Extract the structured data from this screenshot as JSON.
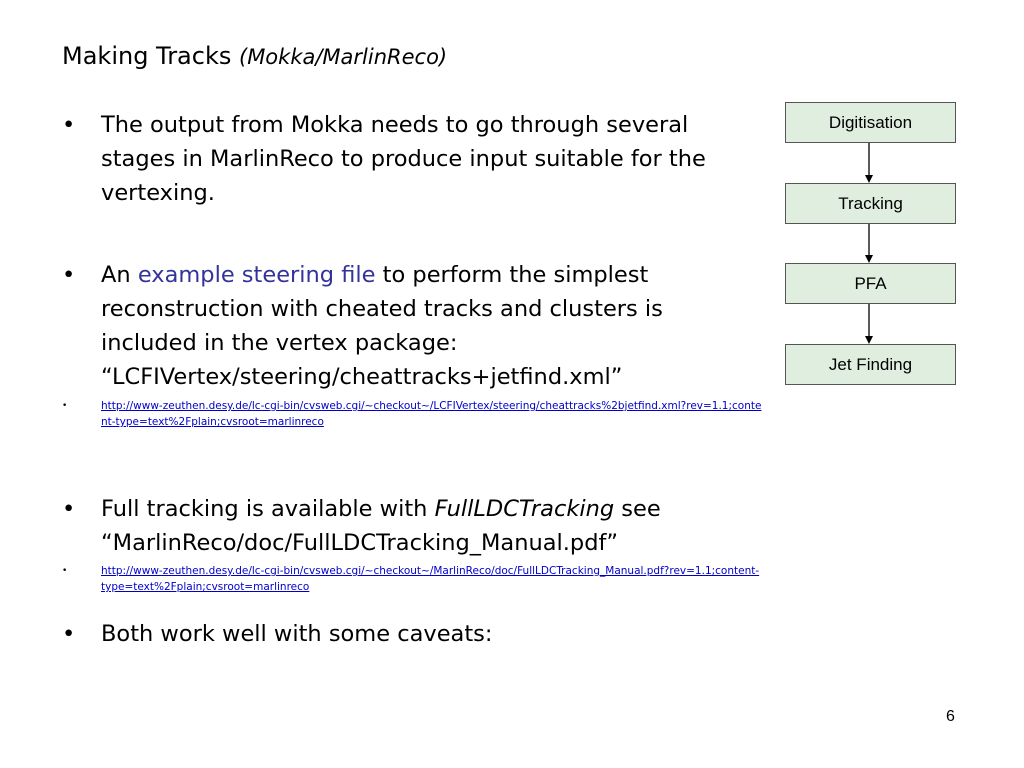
{
  "title": {
    "main": "Making Tracks ",
    "sub": "(Mokka/MarlinReco)"
  },
  "bullet_glyph": "•",
  "small_bullet_glyph": "•",
  "bullets": [
    {
      "text": "The output from Mokka needs to go through several stages in MarlinReco to produce input suitable for the vertexing."
    },
    {
      "prefix": "An ",
      "highlight": "example steering file",
      "suffix": " to perform the simplest reconstruction with cheated tracks and clusters is included in the vertex package: “LCFIVertex/steering/cheattracks+jetfind.xml”",
      "link": "http://www-zeuthen.desy.de/lc-cgi-bin/cvsweb.cgi/~checkout~/LCFIVertex/steering/cheattracks%2bjetfind.xml?rev=1.1;content-type=text%2Fplain;cvsroot=marlinreco"
    },
    {
      "prefix": "Full tracking is available with ",
      "emphasis": "FullLDCTracking",
      "suffix": " see “MarlinReco/doc/FullLDCTracking_Manual.pdf”",
      "link": "http://www-zeuthen.desy.de/lc-cgi-bin/cvsweb.cgi/~checkout~/MarlinReco/doc/FullLDCTracking_Manual.pdf?rev=1.1;content-type=text%2Fplain;cvsroot=marlinreco"
    },
    {
      "text": "Both work well with some caveats:"
    }
  ],
  "flow": [
    "Digitisation",
    "Tracking",
    "PFA",
    "Jet Finding"
  ],
  "page_number": "6"
}
